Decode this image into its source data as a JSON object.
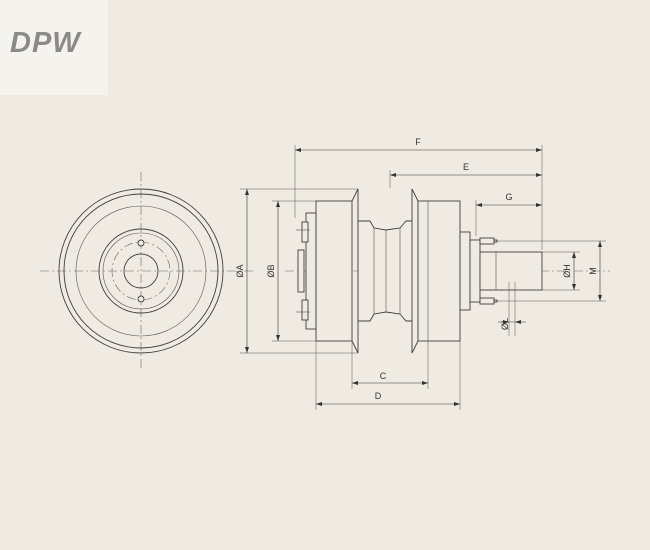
{
  "logo": {
    "text": "DPW"
  },
  "dimensions": {
    "F": "F",
    "E": "E",
    "G": "G",
    "A": "ØA",
    "B": "ØB",
    "H": "ØH",
    "M": "M",
    "L": "ØL",
    "C": "C",
    "D": "D"
  }
}
